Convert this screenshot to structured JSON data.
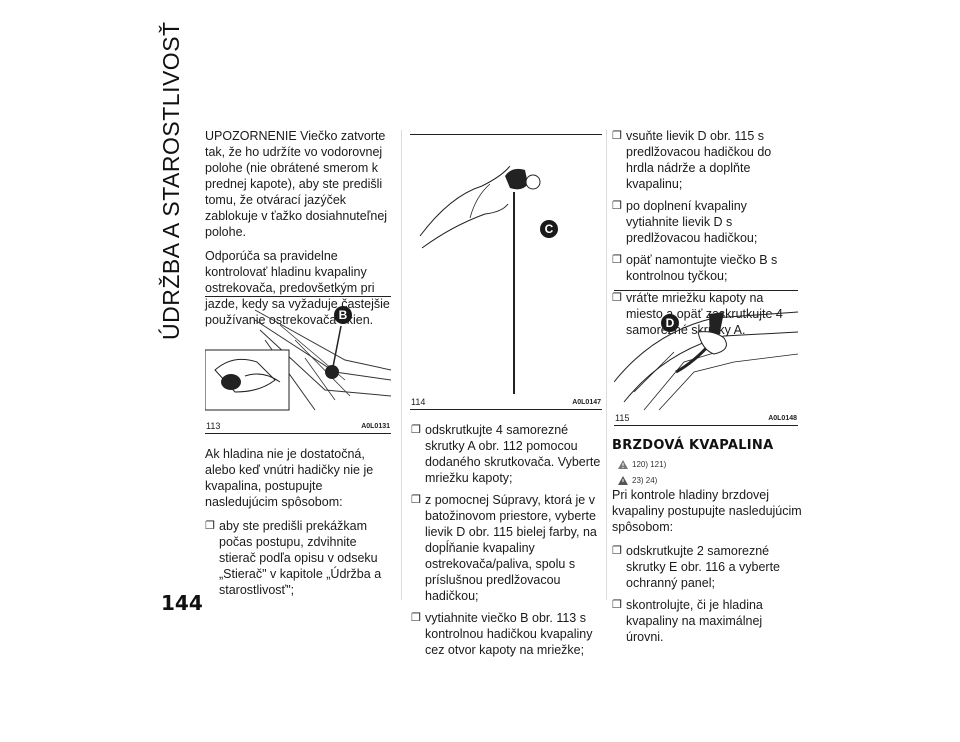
{
  "side_title": "ÚDRŽBA A STAROSTLIVOSŤ",
  "page_number": "144",
  "col1": {
    "p1": "UPOZORNENIE Viečko zatvorte tak, že ho udržíte vo vodorovnej polohe (nie obrátené smerom k prednej kapote), aby ste predišli tomu, že otvárací jazýček zablokuje v ťažko dosiahnuteľnej polohe.",
    "p2": "Odporúča sa pravidelne kontrolovať hladinu kvapaliny ostrekovača, predovšetkým pri jazde, kedy sa vyžaduje častejšie používanie ostrekovača okien.",
    "p3": "Ak hladina nie je dostatočná, alebo keď vnútri hadičky nie je kvapalina, postupujte nasledujúcim spôsobom:",
    "bullets": [
      "aby ste predišli prekážkam počas postupu, zdvihnite stierač podľa opisu v odseku „Stierač\" v kapitole „Údržba a starostlivosť\";"
    ]
  },
  "col2": {
    "bullets": [
      "odskrutkujte 4 samorezné skrutky A obr. 112 pomocou dodaného skrutkovača. Vyberte mriežku kapoty;",
      "z pomocnej Súpravy, ktorá je v batožinovom priestore, vyberte lievik D obr. 115 bielej farby, na dopĺňanie kvapaliny ostrekovača/paliva, spolu s príslušnou predlžovacou hadičkou;",
      "vytiahnite viečko B obr. 113 s kontrolnou hadičkou kvapaliny cez otvor kapoty na mriežke;"
    ]
  },
  "col3": {
    "bullets": [
      "vsuňte lievik D obr. 115 s predlžovacou hadičkou do hrdla nádrže a doplňte kvapalinu;",
      "po doplnení kvapaliny vytiahnite lievik D s predlžovacou hadičkou;",
      "opäť namontujte viečko B s kontrolnou tyčkou;",
      "vráťte mriežku kapoty na miesto a opäť zaskrutkujte 4 samorezné skrutky A."
    ],
    "heading": "BRZDOVÁ KVAPALINA",
    "ref1": "120) 121)",
    "ref2": "23) 24)",
    "p_after": "Pri kontrole hladiny brzdovej kvapaliny postupujte nasledujúcim spôsobom:",
    "bullets2": [
      "odskrutkujte 2 samorezné skrutky E obr. 116 a vyberte ochranný panel;",
      "skontrolujte, či je hladina kvapaliny na maximálnej úrovni."
    ]
  },
  "bullet_mark": "❐",
  "figures": {
    "f113": {
      "num": "113",
      "code": "A0L0131",
      "label": "B"
    },
    "f114": {
      "num": "114",
      "code": "A0L0147",
      "label": "C"
    },
    "f115": {
      "num": "115",
      "code": "A0L0148",
      "label": "D"
    }
  }
}
